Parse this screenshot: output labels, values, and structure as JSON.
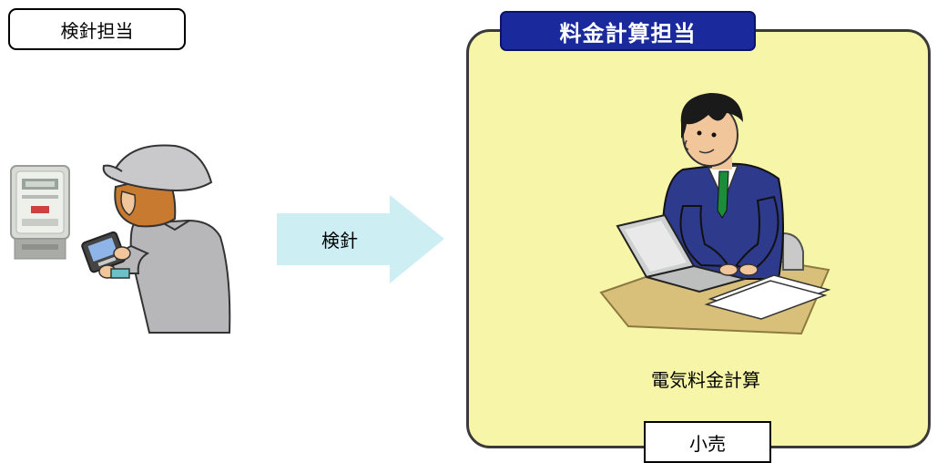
{
  "left": {
    "role_label": "検針担当"
  },
  "arrow": {
    "label": "検針"
  },
  "billing": {
    "title": "料金計算担当",
    "task_label": "電気料金計算",
    "footer_label": "小売"
  },
  "colors": {
    "panel_fill": "#f7f5a8",
    "title_fill": "#1a2a9c",
    "arrow_fill": "#cdeef3"
  },
  "icons": [
    "electric-meter-icon",
    "meter-reader-worker-icon",
    "right-arrow-icon",
    "office-worker-laptop-icon"
  ]
}
